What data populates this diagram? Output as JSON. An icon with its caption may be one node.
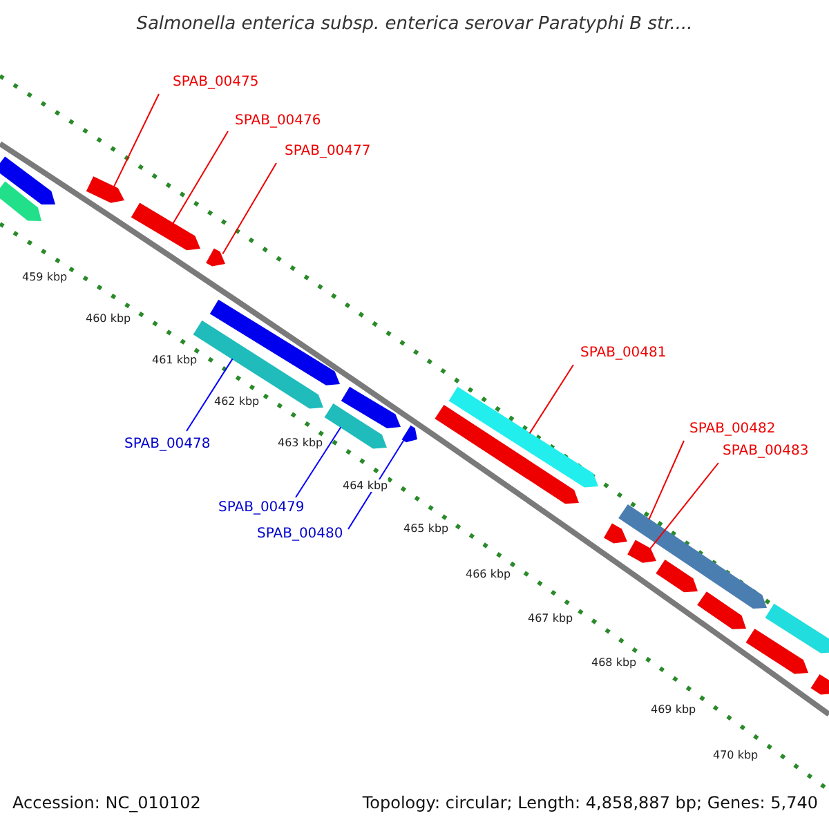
{
  "diagram": {
    "title": "Salmonella enterica subsp. enterica serovar Paratyphi B str....",
    "nodes": [
      {
        "text": [
          "SPAB_00475"
        ]
      },
      {
        "text": [
          "SPAB_00476"
        ]
      },
      {
        "text": [
          "SPAB_00477"
        ]
      },
      {
        "text": [
          "SPAB_00478"
        ]
      },
      {
        "text": [
          "SPAB_00479"
        ]
      },
      {
        "text": [
          "SPAB_00480"
        ]
      },
      {
        "text": [
          "SPAB_00481"
        ]
      },
      {
        "text": [
          "SPAB_00482"
        ]
      },
      {
        "text": [
          "SPAB_00483"
        ]
      },
      {
        "text": [],
        "shape": "bar"
      },
      {
        "text": [],
        "shape": "bar"
      },
      {
        "text": [],
        "shape": "bar"
      },
      {
        "text": [],
        "shape": "bar"
      },
      {
        "text": [],
        "shape": "bar"
      },
      {
        "text": [],
        "shape": "bar"
      },
      {
        "text": [],
        "shape": "bar"
      },
      {
        "text": [],
        "shape": "bar"
      },
      {
        "text": [],
        "shape": "bar"
      },
      {
        "text": [],
        "shape": "bar"
      },
      {
        "text": [],
        "shape": "bar"
      },
      {
        "text": [],
        "shape": "bar"
      },
      {
        "text": [],
        "shape": "bar"
      },
      {
        "text": [],
        "shape": "bar"
      },
      {
        "text": [],
        "shape": "bar"
      },
      {
        "text": [],
        "shape": "bar"
      },
      {
        "text": [],
        "shape": "bar"
      },
      {
        "text": [],
        "shape": "bar"
      },
      {
        "text": [],
        "shape": "bar"
      },
      {
        "text": [],
        "shape": "bar"
      }
    ],
    "edges": [
      {
        "from": 0,
        "to": 9,
        "arrow": "none"
      },
      {
        "from": 1,
        "to": 10,
        "arrow": "none"
      },
      {
        "from": 2,
        "to": 11,
        "arrow": "none"
      },
      {
        "from": 3,
        "to": 12,
        "arrow": "none",
        "color": "#0000ff"
      },
      {
        "from": 4,
        "to": 13,
        "arrow": "none",
        "color": "#0000ff"
      },
      {
        "from": 5,
        "to": 14,
        "arrow": "none",
        "color": "#0000ff"
      },
      {
        "from": 6,
        "to": 15,
        "arrow": "none"
      },
      {
        "from": 7,
        "to": 16,
        "arrow": "none"
      },
      {
        "from": 8,
        "to": 17,
        "arrow": "none"
      }
    ],
    "labels": [
      "459 kbp",
      "460 kbp",
      "461 kbp",
      "462 kbp",
      "463 kbp",
      "464 kbp",
      "465 kbp",
      "466 kbp",
      "467 kbp",
      "468 kbp",
      "469 kbp",
      "470 kbp",
      "Accession: NC_010102",
      "Topology: circular; Length: 4,858,887 bp; Genes: 5,740"
    ]
  }
}
